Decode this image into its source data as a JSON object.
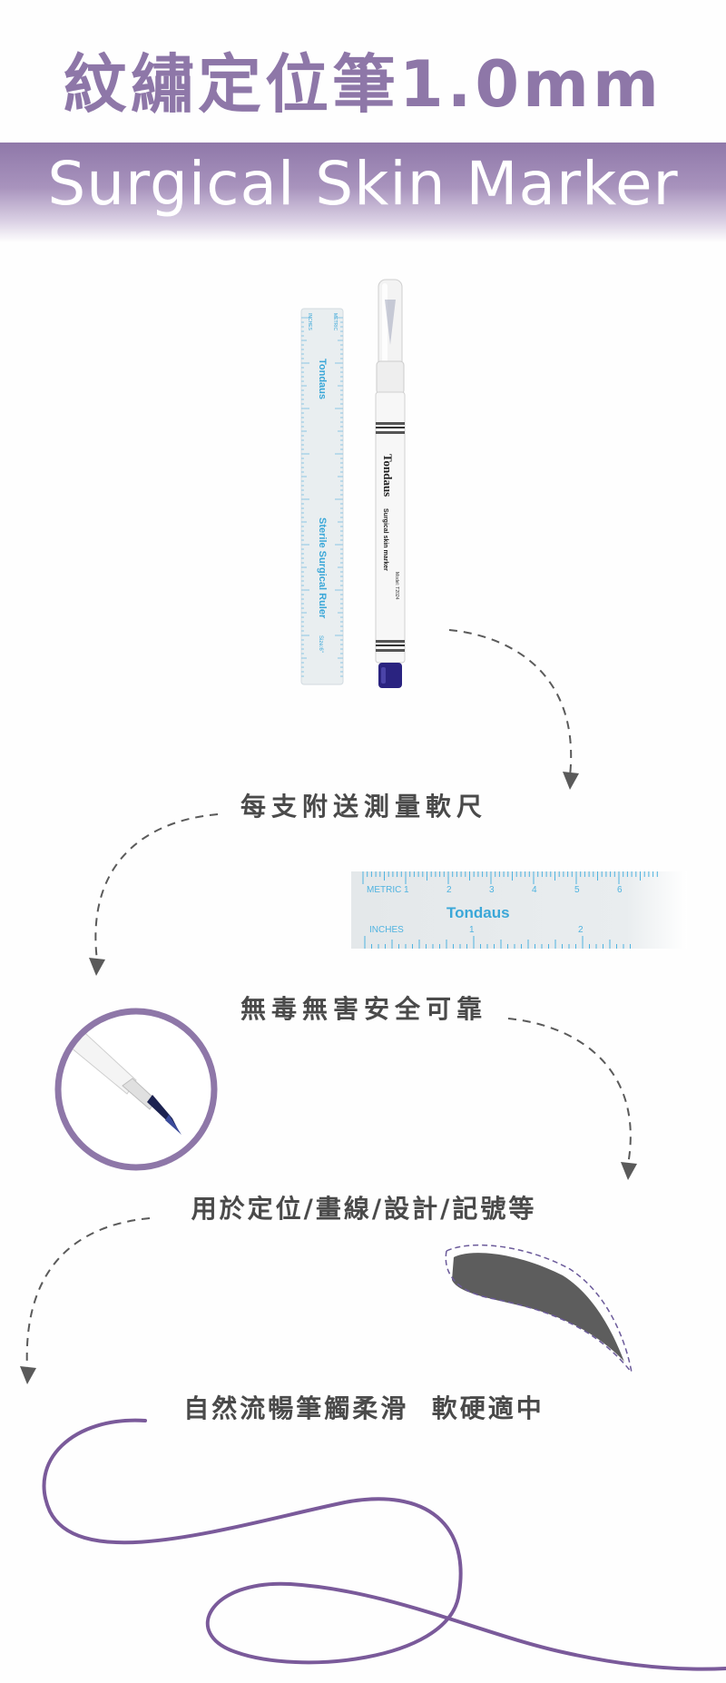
{
  "header": {
    "title_cn": "紋繡定位筆1.0mm",
    "title_en": "Surgical Skin Marker"
  },
  "product": {
    "ruler_brand": "Tondaus",
    "ruler_name": "Sterile Surgical Ruler",
    "ruler_metric": "METRIC",
    "ruler_inches": "INCHES",
    "ruler_size": "Size:6\"",
    "pen_brand": "Tondaus",
    "pen_name": "Surgical skin marker",
    "pen_model": "Model: T2024"
  },
  "ruler_closeup": {
    "metric_label": "METRIC",
    "inches_label": "INCHES",
    "brand": "Tondaus",
    "metric_numbers": [
      "1",
      "2",
      "3",
      "4",
      "5",
      "6"
    ],
    "inch_numbers": [
      "1",
      "2"
    ]
  },
  "features": [
    "每支附送測量軟尺",
    "無毒無害安全可靠",
    "用於定位/畫線/設計/記號等",
    "自然流暢筆觸柔滑  軟硬適中"
  ],
  "colors": {
    "accent": "#8e77a8",
    "label_highlight": "#c9bcd6",
    "ruler_blue": "#3aa7d8",
    "ink": "#2a2380",
    "stroke_purple": "#7a5a9a"
  }
}
